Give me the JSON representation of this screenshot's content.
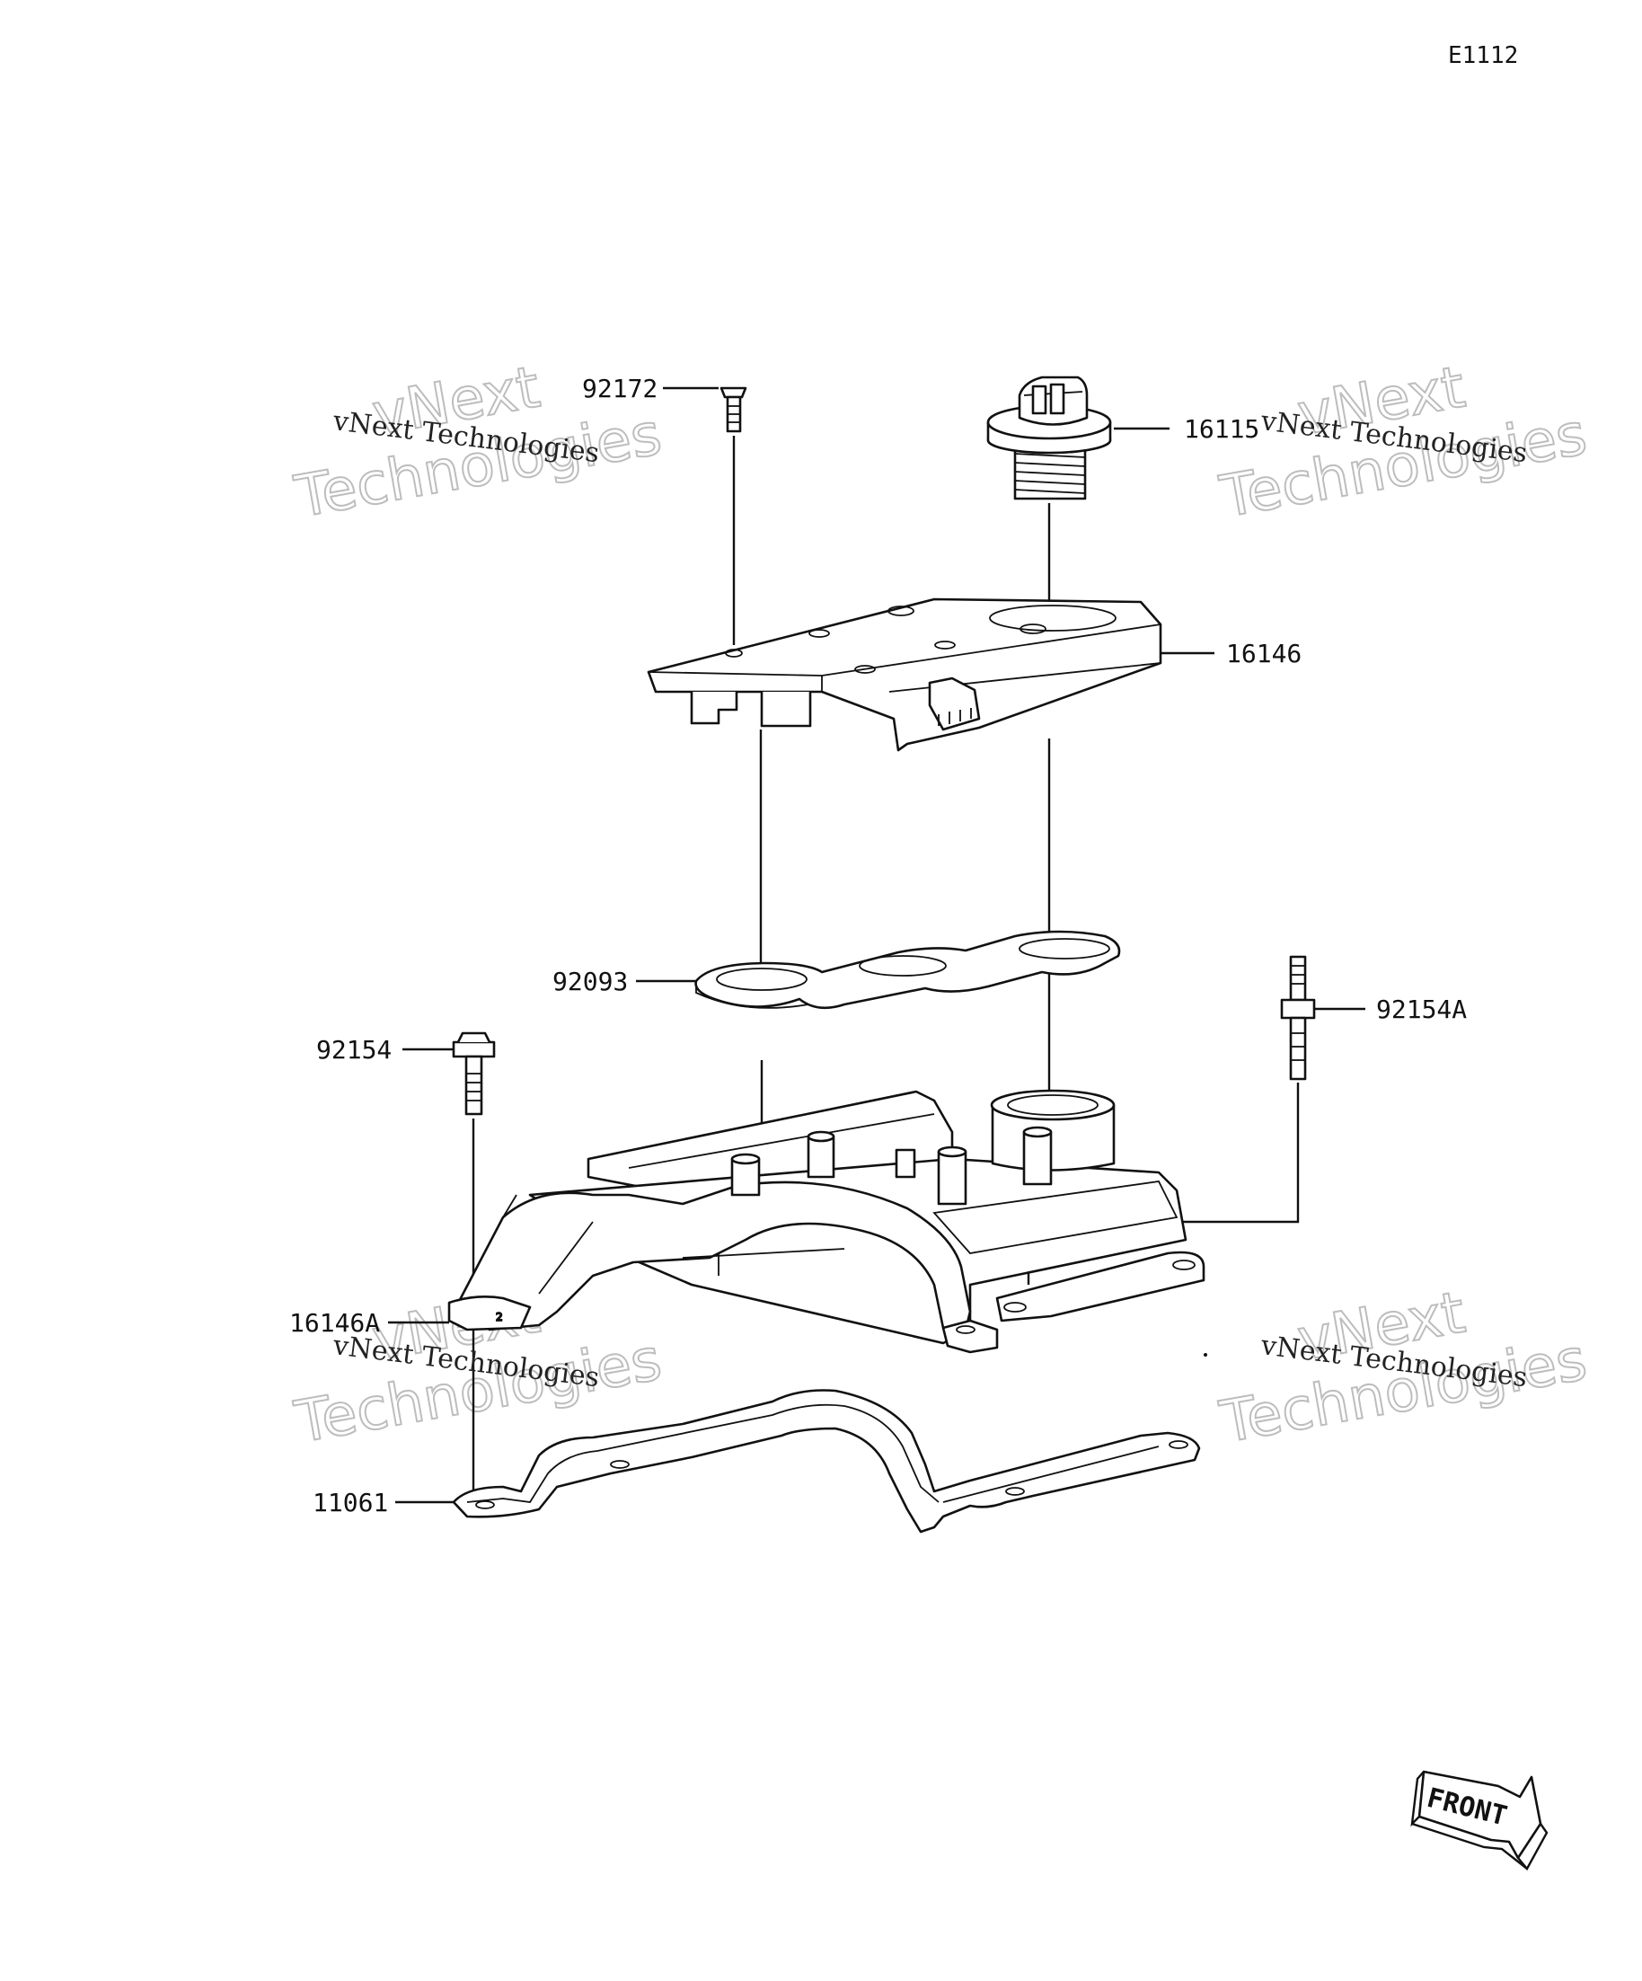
{
  "diagram_code": "E1112",
  "parts": {
    "p92172": "92172",
    "p16115": "16115",
    "p16146": "16146",
    "p92093": "92093",
    "p92154": "92154",
    "p92154A": "92154A",
    "p16146A": "16146A",
    "p11061": "11061"
  },
  "watermark": {
    "line1": "vNext",
    "line2": "Technologies",
    "small": "vNext Technologies"
  },
  "front_arrow": "FRONT"
}
